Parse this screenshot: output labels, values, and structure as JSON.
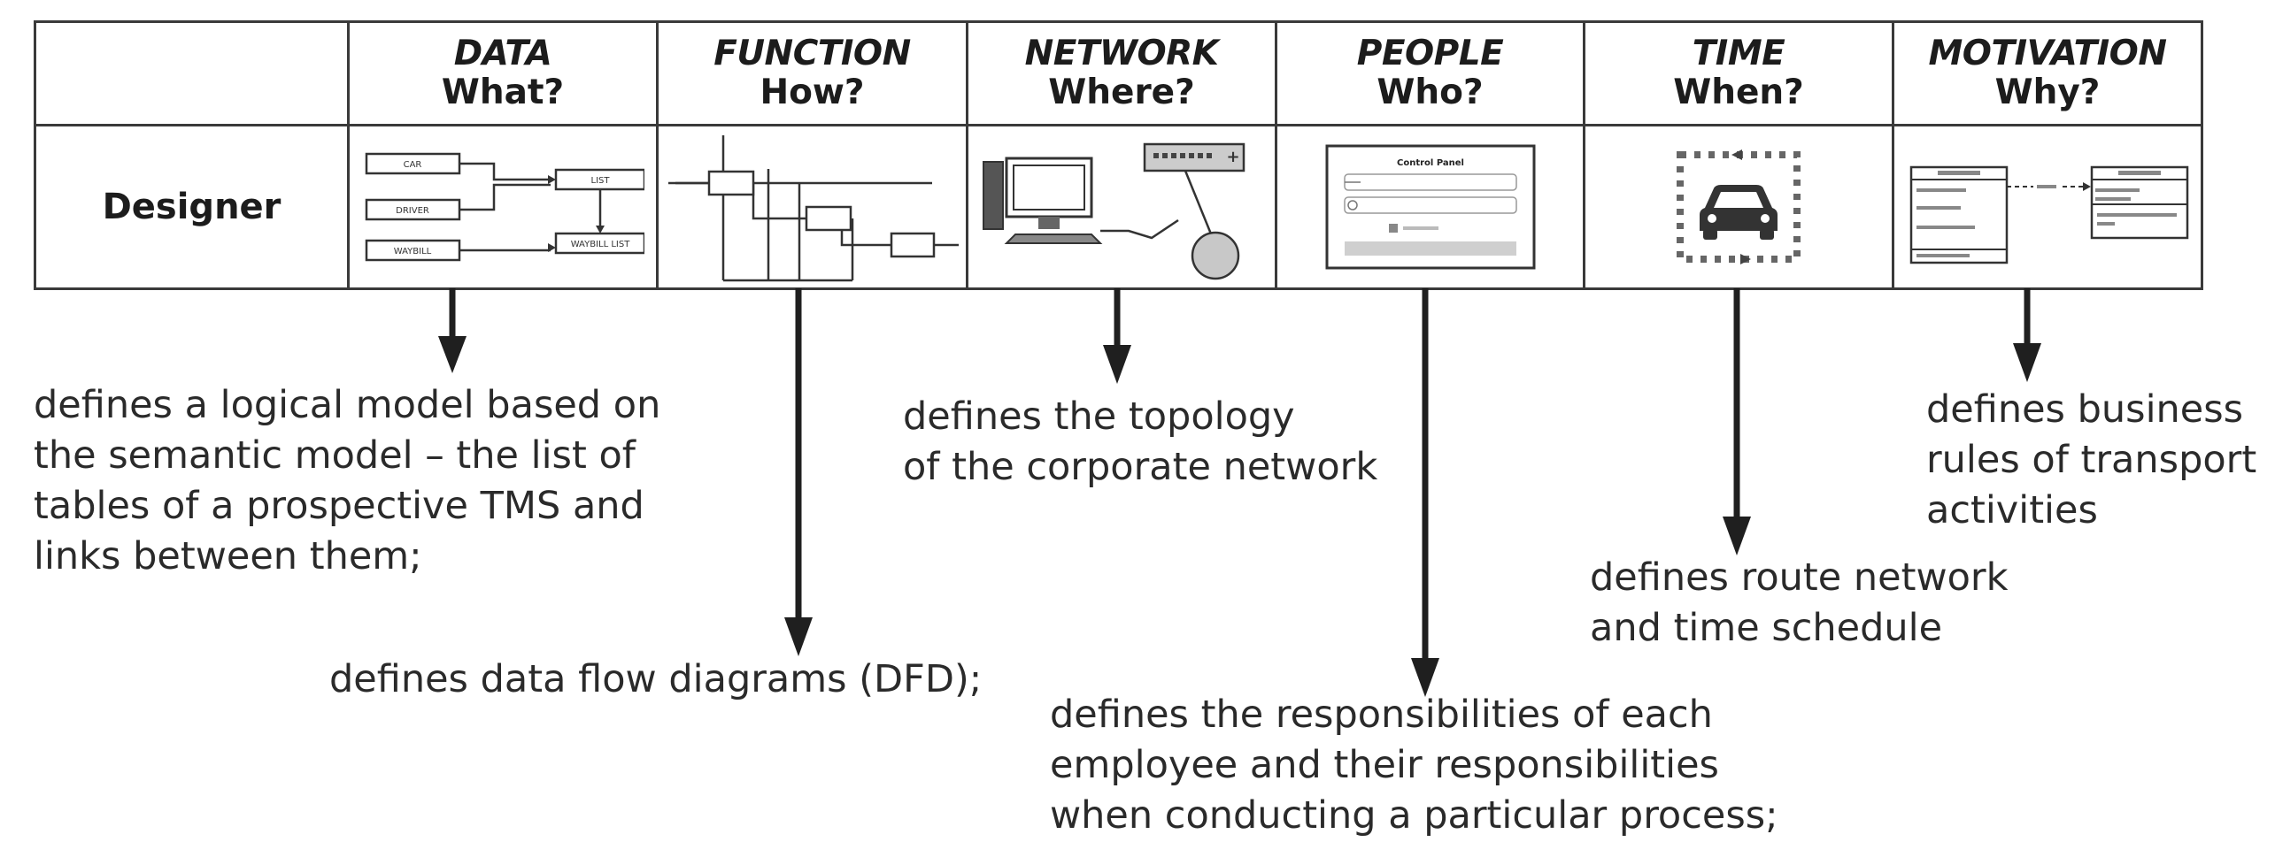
{
  "columns": [
    {
      "name": "DATA",
      "question": "What?",
      "icon": "data-model-thumbnail"
    },
    {
      "name": "FUNCTION",
      "question": "How?",
      "icon": "dataflow-thumbnail"
    },
    {
      "name": "NETWORK",
      "question": "Where?",
      "icon": "network-thumbnail"
    },
    {
      "name": "PEOPLE",
      "question": "Who?",
      "icon": "control-panel-thumbnail"
    },
    {
      "name": "TIME",
      "question": "When?",
      "icon": "car-route-thumbnail"
    },
    {
      "name": "MOTIVATION",
      "question": "Why?",
      "icon": "business-rules-thumbnail"
    }
  ],
  "row_label": "Designer",
  "thumbnails": {
    "data": {
      "car": "CAR",
      "driver": "DRIVER",
      "waybill": "WAYBILL",
      "list": "LIST",
      "waybill_list": "WAYBILL LIST"
    },
    "people": {
      "title": "Control Panel"
    }
  },
  "descriptions": {
    "data": "defines a logical model based on\nthe semantic model – the list of\ntables of a prospective TMS and\nlinks between them;",
    "function": "defines data flow diagrams (DFD);",
    "network": "defines the topology\nof the corporate network",
    "people": "defines the responsibilities of each\nemployee and their responsibilities\nwhen conducting a particular process;",
    "time": "defines route network\nand time schedule",
    "motivation": "defines business\nrules of transport\nactivities"
  }
}
